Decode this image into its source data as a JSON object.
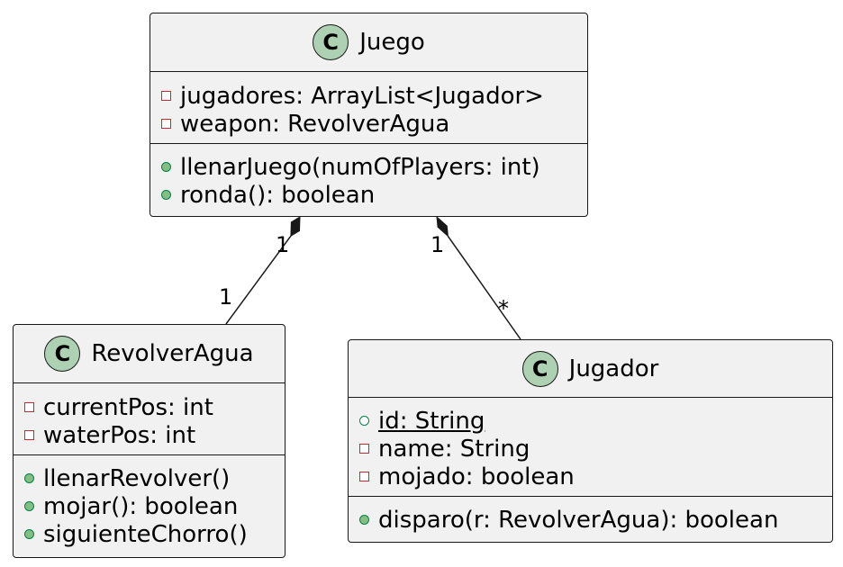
{
  "classes": {
    "juego": {
      "badge": "C",
      "name": "Juego",
      "attributes": [
        {
          "visibility": "private",
          "text": "jugadores: ArrayList<Jugador>"
        },
        {
          "visibility": "private",
          "text": "weapon: RevolverAgua"
        }
      ],
      "methods": [
        {
          "visibility": "public",
          "text": "llenarJuego(numOfPlayers: int)"
        },
        {
          "visibility": "public",
          "text": "ronda(): boolean"
        }
      ]
    },
    "revolver": {
      "badge": "C",
      "name": "RevolverAgua",
      "attributes": [
        {
          "visibility": "private",
          "text": "currentPos: int"
        },
        {
          "visibility": "private",
          "text": "waterPos: int"
        }
      ],
      "methods": [
        {
          "visibility": "public",
          "text": "llenarRevolver()"
        },
        {
          "visibility": "public",
          "text": "mojar(): boolean"
        },
        {
          "visibility": "public",
          "text": "siguienteChorro()"
        }
      ]
    },
    "jugador": {
      "badge": "C",
      "name": "Jugador",
      "attributes": [
        {
          "visibility": "public-static",
          "text": "id: String"
        },
        {
          "visibility": "private",
          "text": "name: String"
        },
        {
          "visibility": "private",
          "text": "mojado: boolean"
        }
      ],
      "methods": [
        {
          "visibility": "public",
          "text": "disparo(r: RevolverAgua): boolean"
        }
      ]
    }
  },
  "relations": {
    "juego_revolver": {
      "type": "composition",
      "source_mult": "1",
      "target_mult": "1"
    },
    "juego_jugador": {
      "type": "composition",
      "source_mult": "1",
      "target_mult": "*"
    }
  },
  "colors": {
    "box_fill": "#f1f1f1",
    "border": "#181818",
    "badge_fill": "#add1b2",
    "private_marker": "#c82930",
    "public_marker": "#84be84"
  }
}
